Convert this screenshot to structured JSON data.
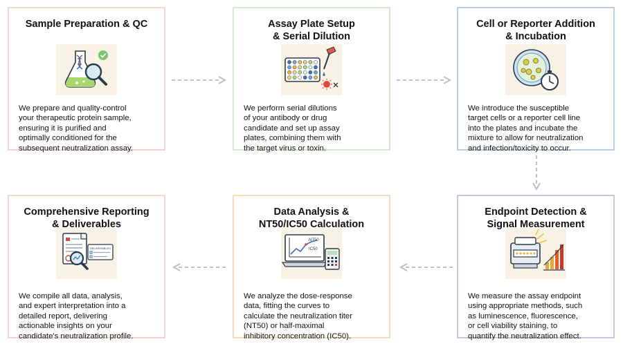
{
  "steps": [
    {
      "title": "Sample Preparation & QC",
      "icon": "flask-dna-magnifier-icon",
      "description": "We prepare and quality-control\nyour therapeutic protein sample,\nensuring it is purified and\noptimally conditioned for the\nsubsequent neutralization assay."
    },
    {
      "title": "Assay Plate Setup\n& Serial Dilution",
      "icon": "well-plate-pipette-icon",
      "description": "We perform serial dilutions\nof your antibody or drug\ncandidate and set up assay\nplates, combining them with\nthe target virus or toxin."
    },
    {
      "title": "Cell or Reporter Addition\n& Incubation",
      "icon": "petri-dish-timer-icon",
      "description": "We introduce the susceptible\ntarget cells or a reporter cell line\ninto the plates and incubate the\nmixture to allow for neutralization\nand infection/toxicity to occur."
    },
    {
      "title": "Endpoint Detection &\nSignal Measurement",
      "icon": "plate-reader-icon",
      "description": "We measure the assay endpoint\nusing appropriate methods, such\nas luminescence, fluorescence,\nor cell viability staining, to\nquantify the neutralization effect."
    },
    {
      "title": "Data Analysis &\nNT50/IC50 Calculation",
      "icon": "laptop-curve-calculator-icon",
      "icon_labels": [
        "NT50",
        "IC50"
      ],
      "description": "We analyze the dose-response\ndata, fitting the curves to\ncalculate the neutralization titer\n(NT50) or half-maximal\ninhibitory concentration (IC50)."
    },
    {
      "title": "Comprehensive Reporting\n& Deliverables",
      "icon": "report-magnifier-icon",
      "icon_labels": [
        "DELIVERABLES"
      ],
      "description": "We compile all data, analysis,\nand expert interpretation into a\ndetailed report, delivering\nactionable insights on your\ncandidate's neutralization profile."
    }
  ],
  "colors": {
    "step1_border": "#f2d5cf",
    "step2_border": "#d3e8cc",
    "step3_border": "#b9d0e8",
    "step4_border": "#c6c3e6",
    "step5_border": "#f3dcb9",
    "step6_border": "#f2d5cf",
    "icon_background": "#f7f1e6",
    "arrow": "#bfbfbf"
  }
}
